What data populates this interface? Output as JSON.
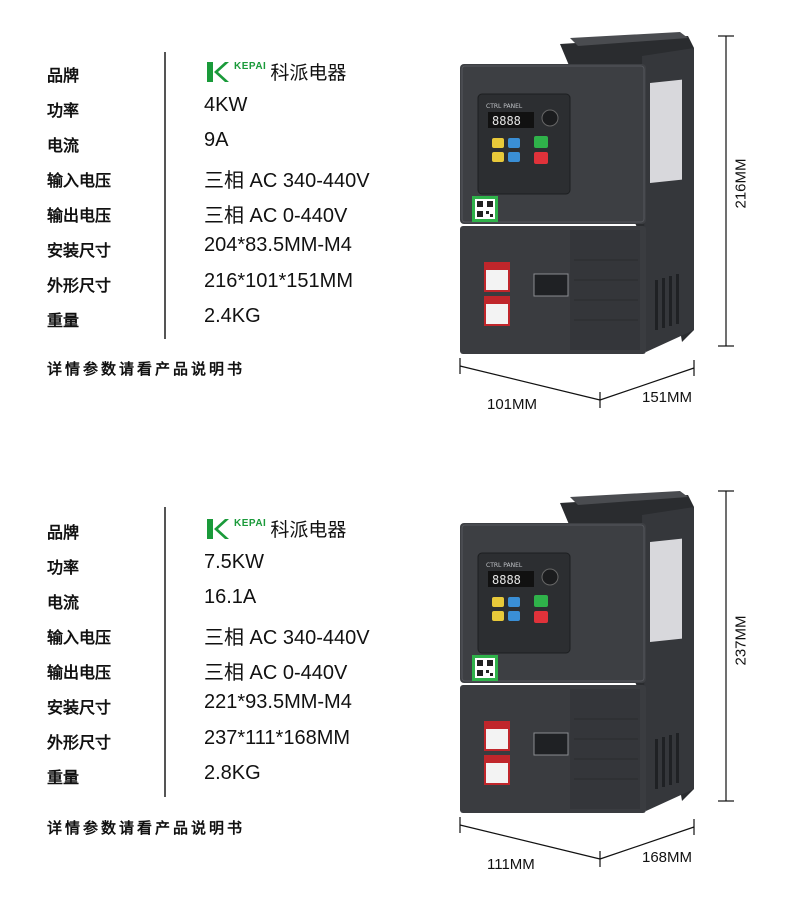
{
  "products": [
    {
      "brand_latin": "KEPAI",
      "brand_cn": "科派电器",
      "specs": [
        {
          "label": "品牌",
          "value": ""
        },
        {
          "label": "功率",
          "value": "4KW"
        },
        {
          "label": "电流",
          "value": "9A"
        },
        {
          "label": "输入电压",
          "value": "三相 AC 340-440V"
        },
        {
          "label": "输出电压",
          "value": "三相 AC 0-440V"
        },
        {
          "label": "安装尺寸",
          "value": "204*83.5MM-M4"
        },
        {
          "label": "外形尺寸",
          "value": "216*101*151MM"
        },
        {
          "label": "重量",
          "value": "2.4KG"
        }
      ],
      "note": "详情参数请看产品说明书",
      "device": {
        "panel_label": "CTRL PANEL",
        "display": "8888",
        "height_label": "216MM",
        "width_label": "101MM",
        "depth_label": "151MM"
      }
    },
    {
      "brand_latin": "KEPAI",
      "brand_cn": "科派电器",
      "specs": [
        {
          "label": "品牌",
          "value": ""
        },
        {
          "label": "功率",
          "value": "7.5KW"
        },
        {
          "label": "电流",
          "value": "16.1A"
        },
        {
          "label": "输入电压",
          "value": "三相 AC 340-440V"
        },
        {
          "label": "输出电压",
          "value": "三相 AC 0-440V"
        },
        {
          "label": "安装尺寸",
          "value": "221*93.5MM-M4"
        },
        {
          "label": "外形尺寸",
          "value": "237*111*168MM"
        },
        {
          "label": "重量",
          "value": "2.8KG"
        }
      ],
      "note": "详情参数请看产品说明书",
      "device": {
        "panel_label": "CTRL PANEL",
        "display": "8888",
        "height_label": "237MM",
        "width_label": "111MM",
        "depth_label": "168MM"
      }
    }
  ],
  "colors": {
    "brand_green": "#1a9a3a",
    "device_body": "#3d3f43",
    "device_dark": "#2c2e31",
    "warning_red": "#c0262b"
  }
}
